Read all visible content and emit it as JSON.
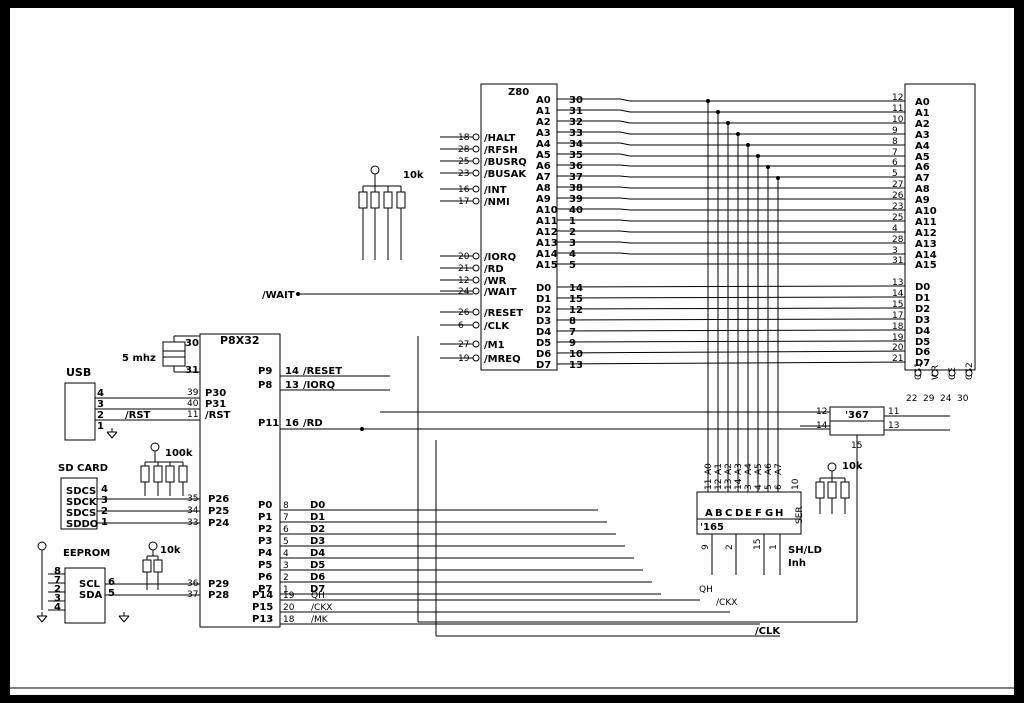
{
  "chips": {
    "z80": "Z80",
    "mcu": "P8X32",
    "shift": "'165",
    "gate": "'367",
    "eeprom_chip": "SCL SDA"
  },
  "labels": {
    "usb": "USB",
    "sdcard": "SD CARD",
    "eeprom": "EEPROM",
    "crystal": "5 mhz",
    "r10k_a": "10k",
    "r10k_b": "10k",
    "r10k_c": "10k",
    "r100k": "100k",
    "wait": "/WAIT",
    "clk_bus": "/CLK",
    "shld": "SH/LD",
    "inh": "Inh",
    "qh": "QH",
    "clkx": "/CKX",
    "ser": "SER"
  },
  "z80": {
    "addr": [
      {
        "n": "A0",
        "p": "30"
      },
      {
        "n": "A1",
        "p": "31"
      },
      {
        "n": "A2",
        "p": "32"
      },
      {
        "n": "A3",
        "p": "33"
      },
      {
        "n": "A4",
        "p": "34"
      },
      {
        "n": "A5",
        "p": "35"
      },
      {
        "n": "A6",
        "p": "36"
      },
      {
        "n": "A7",
        "p": "37"
      },
      {
        "n": "A8",
        "p": "38"
      },
      {
        "n": "A9",
        "p": "39"
      },
      {
        "n": "A10",
        "p": "40"
      },
      {
        "n": "A11",
        "p": "1"
      },
      {
        "n": "A12",
        "p": "2"
      },
      {
        "n": "A13",
        "p": "3"
      },
      {
        "n": "A14",
        "p": "4"
      },
      {
        "n": "A15",
        "p": "5"
      }
    ],
    "data": [
      {
        "n": "D0",
        "p": "14"
      },
      {
        "n": "D1",
        "p": "15"
      },
      {
        "n": "D2",
        "p": "12"
      },
      {
        "n": "D3",
        "p": "8"
      },
      {
        "n": "D4",
        "p": "7"
      },
      {
        "n": "D5",
        "p": "9"
      },
      {
        "n": "D6",
        "p": "10"
      },
      {
        "n": "D7",
        "p": "13"
      }
    ],
    "left": [
      {
        "p": "18",
        "n": "/HALT"
      },
      {
        "p": "28",
        "n": "/RFSH"
      },
      {
        "p": "25",
        "n": "/BUSRQ"
      },
      {
        "p": "23",
        "n": "/BUSAK"
      },
      {
        "p": "16",
        "n": "/INT"
      },
      {
        "p": "17",
        "n": "/NMI"
      },
      {
        "p": "20",
        "n": "/IORQ"
      },
      {
        "p": "21",
        "n": "/RD"
      },
      {
        "p": "12",
        "n": "/WR"
      },
      {
        "p": "24",
        "n": "/WAIT"
      },
      {
        "p": "26",
        "n": "/RESET"
      },
      {
        "p": "6",
        "n": "/CLK"
      },
      {
        "p": "27",
        "n": "/M1"
      },
      {
        "p": "19",
        "n": "/MREQ"
      }
    ]
  },
  "mem": {
    "addr": [
      {
        "p": "12",
        "n": "A0"
      },
      {
        "p": "11",
        "n": "A1"
      },
      {
        "p": "10",
        "n": "A2"
      },
      {
        "p": "9",
        "n": "A3"
      },
      {
        "p": "8",
        "n": "A4"
      },
      {
        "p": "7",
        "n": "A5"
      },
      {
        "p": "6",
        "n": "A6"
      },
      {
        "p": "5",
        "n": "A7"
      },
      {
        "p": "27",
        "n": "A8"
      },
      {
        "p": "26",
        "n": "A9"
      },
      {
        "p": "23",
        "n": "A10"
      },
      {
        "p": "25",
        "n": "A11"
      },
      {
        "p": "4",
        "n": "A12"
      },
      {
        "p": "28",
        "n": "A13"
      },
      {
        "p": "3",
        "n": "A14"
      },
      {
        "p": "31",
        "n": "A15"
      }
    ],
    "data": [
      {
        "p": "13",
        "n": "D0"
      },
      {
        "p": "14",
        "n": "D1"
      },
      {
        "p": "15",
        "n": "D2"
      },
      {
        "p": "17",
        "n": "D3"
      },
      {
        "p": "18",
        "n": "D4"
      },
      {
        "p": "19",
        "n": "D5"
      },
      {
        "p": "20",
        "n": "D6"
      },
      {
        "p": "21",
        "n": "D7"
      }
    ],
    "bottom": [
      {
        "n": "CS1",
        "p": "22"
      },
      {
        "n": "WR",
        "p": "29"
      },
      {
        "n": "OE",
        "p": "24"
      },
      {
        "n": "CS2",
        "p": "30"
      }
    ]
  },
  "mcu": {
    "top": [
      {
        "n": "P9",
        "p": "14",
        "s": "/RESET"
      },
      {
        "n": "P8",
        "p": "13",
        "s": "/IORQ"
      }
    ],
    "usb": [
      {
        "n": "P30",
        "p": "39"
      },
      {
        "n": "P31",
        "p": "40"
      },
      {
        "n": "/RST",
        "p": "11"
      }
    ],
    "rd": {
      "n": "P11",
      "p": "16",
      "s": "/RD"
    },
    "sd": [
      {
        "n": "P26",
        "p": "35"
      },
      {
        "n": "P25",
        "p": "34"
      },
      {
        "n": "P24",
        "p": "33"
      }
    ],
    "port": [
      {
        "n": "P0",
        "p": "8",
        "s": "D0"
      },
      {
        "n": "P1",
        "p": "7",
        "s": "D1"
      },
      {
        "n": "P2",
        "p": "6",
        "s": "D2"
      },
      {
        "n": "P3",
        "p": "5",
        "s": "D3"
      },
      {
        "n": "P4",
        "p": "4",
        "s": "D4"
      },
      {
        "n": "P5",
        "p": "3",
        "s": "D5"
      },
      {
        "n": "P6",
        "p": "2",
        "s": "D6"
      },
      {
        "n": "P7",
        "p": "1",
        "s": "D7"
      }
    ],
    "ee": [
      {
        "n": "P29",
        "p": "36"
      },
      {
        "n": "P28",
        "p": "37"
      }
    ],
    "bot": [
      {
        "n": "P14",
        "p": "19",
        "s": "QH"
      },
      {
        "n": "P15",
        "p": "20",
        "s": "/CKX"
      },
      {
        "n": "P13",
        "p": "18",
        "s": "/MK"
      }
    ],
    "xtal": [
      "30",
      "31"
    ]
  },
  "usb": {
    "pins": [
      {
        "p": "4",
        "s": ""
      },
      {
        "p": "3",
        "s": ""
      },
      {
        "p": "2",
        "s": "/RST"
      },
      {
        "p": "1",
        "s": ""
      }
    ]
  },
  "sd": {
    "pins": [
      {
        "n": "SDCS",
        "p": "4"
      },
      {
        "n": "SDCK",
        "p": "3"
      },
      {
        "n": "SDCS",
        "p": "2"
      },
      {
        "n": "SDDO",
        "p": "1"
      }
    ]
  },
  "ee": {
    "pins": [
      "8",
      "7",
      "2",
      "3",
      "4"
    ],
    "right": [
      {
        "n": "SCL",
        "p": "6"
      },
      {
        "n": "SDA",
        "p": "5"
      }
    ]
  },
  "sr": {
    "top": [
      {
        "n": "A0",
        "p": "11"
      },
      {
        "n": "A1",
        "p": "12"
      },
      {
        "n": "A2",
        "p": "13"
      },
      {
        "n": "A3",
        "p": "14"
      },
      {
        "n": "A4",
        "p": "3"
      },
      {
        "n": "A5",
        "p": "4"
      },
      {
        "n": "A6",
        "p": "5"
      },
      {
        "n": "A7",
        "p": "6"
      }
    ],
    "in": [
      "A",
      "B",
      "C",
      "D",
      "E",
      "F",
      "G",
      "H"
    ],
    "ser_pin": "10",
    "bottom": [
      {
        "p": "9"
      },
      {
        "p": "2"
      },
      {
        "p": "15"
      },
      {
        "p": "1"
      }
    ]
  },
  "gate": {
    "left": [
      {
        "p": "12"
      },
      {
        "p": "14"
      }
    ],
    "right": [
      {
        "p": "11"
      },
      {
        "p": "13"
      }
    ],
    "bottom": "15"
  }
}
